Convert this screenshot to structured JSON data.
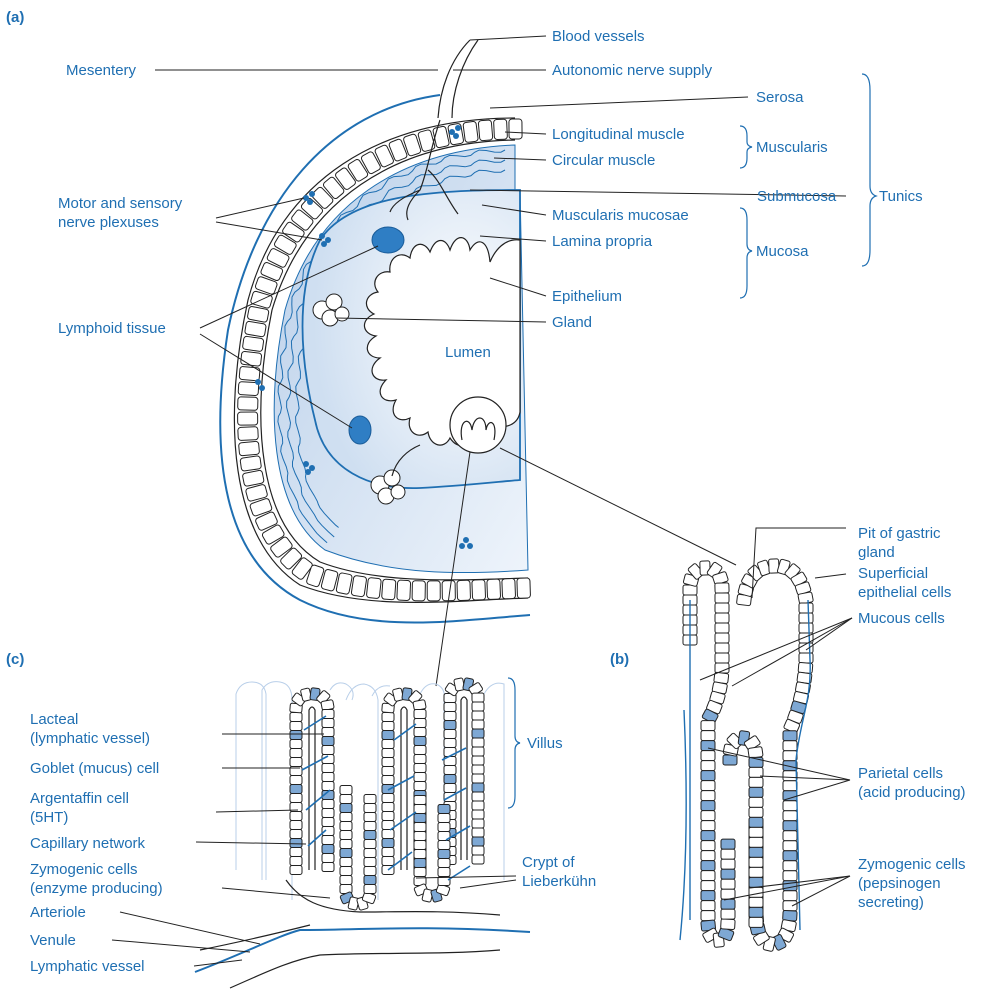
{
  "colors": {
    "accent": "#1f6fb2",
    "tissue_light": "#dde9f6",
    "tissue_mid": "#b9cfe9",
    "cell_blue": "#7ea8d4",
    "outline": "#222222"
  },
  "panels": {
    "a": "(a)",
    "b": "(b)",
    "c": "(c)"
  },
  "panel_a": {
    "blood_vessels": "Blood vessels",
    "autonomic_nerve": "Autonomic nerve supply",
    "mesentery": "Mesentery",
    "serosa": "Serosa",
    "longitudinal_muscle": "Longitudinal muscle",
    "circular_muscle": "Circular muscle",
    "muscularis": "Muscularis",
    "submucosa": "Submucosa",
    "tunics": "Tunics",
    "plexus_1": "Motor and sensory",
    "plexus_2": "nerve plexuses",
    "muscularis_mucosae": "Muscularis mucosae",
    "lamina_propria": "Lamina propria",
    "mucosa": "Mucosa",
    "epithelium": "Epithelium",
    "gland": "Gland",
    "lymphoid_tissue": "Lymphoid tissue",
    "lumen": "Lumen"
  },
  "panel_b": {
    "pit_1": "Pit of gastric",
    "pit_2": "gland",
    "superficial_1": "Superficial",
    "superficial_2": "epithelial cells",
    "mucous_cells": "Mucous cells",
    "parietal_1": "Parietal cells",
    "parietal_2": "(acid producing)",
    "zymogenic_1": "Zymogenic cells",
    "zymogenic_2": "(pepsinogen",
    "zymogenic_3": "secreting)"
  },
  "panel_c": {
    "lacteal_1": "Lacteal",
    "lacteal_2": "(lymphatic vessel)",
    "goblet": "Goblet (mucus) cell",
    "argentaffin_1": "Argentaffin cell",
    "argentaffin_2": "(5HT)",
    "capillary": "Capillary network",
    "zymogenic_1": "Zymogenic cells",
    "zymogenic_2": "(enzyme producing)",
    "arteriole": "Arteriole",
    "venule": "Venule",
    "lymphatic_vessel": "Lymphatic vessel",
    "villus": "Villus",
    "crypt_1": "Crypt of",
    "crypt_2": "Lieberkühn"
  }
}
